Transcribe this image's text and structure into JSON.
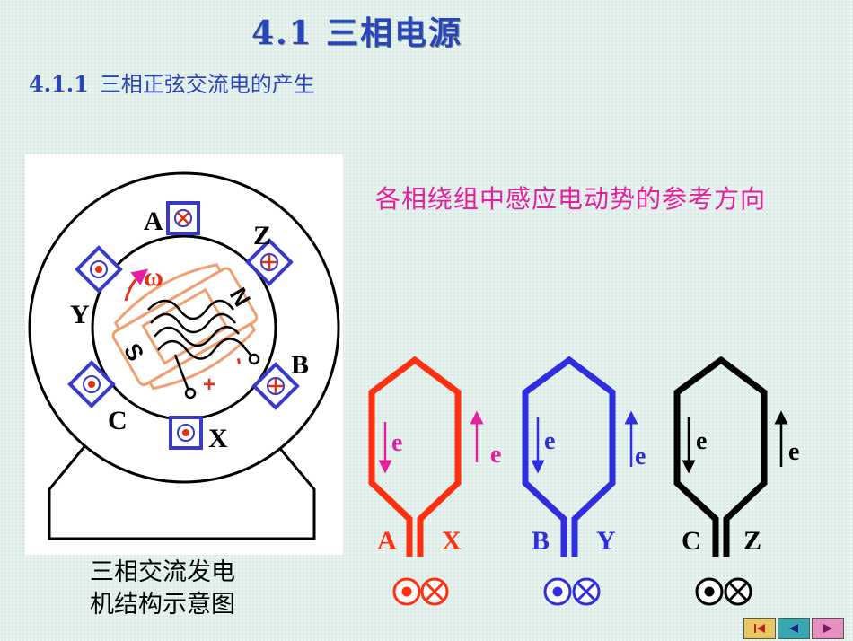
{
  "header": {
    "title": "4.1  三相电源",
    "section_number": "4.1.1",
    "section_title": "三相正弦交流电的产生"
  },
  "generator": {
    "caption_line1": "三相交流发电",
    "caption_line2": "机结构示意图",
    "slot_labels": {
      "A": "A",
      "Z": "Z",
      "Y": "Y",
      "B": "B",
      "C": "C",
      "X": "X"
    },
    "omega": "ω",
    "pole_n": "N",
    "pole_s": "S",
    "plus": "+",
    "minus": "-"
  },
  "windings": {
    "caption": "各相绕组中感应电动势的参考方向",
    "emf_label": "e",
    "phases": [
      {
        "start": "A",
        "end": "X",
        "color": "#ff3010"
      },
      {
        "start": "B",
        "end": "Y",
        "color": "#2e2ee0"
      },
      {
        "start": "C",
        "end": "Z",
        "color": "#000000"
      }
    ]
  },
  "colors": {
    "title": "#2a45b8",
    "caption_pink": "#e61ea0",
    "slot_blue": "#3a3ac8",
    "slot_dot_red": "#e03018",
    "rotor_orange": "#f0a070"
  },
  "nav": {
    "first": "first-slide-icon",
    "prev": "previous-slide-icon",
    "next": "next-slide-icon"
  }
}
